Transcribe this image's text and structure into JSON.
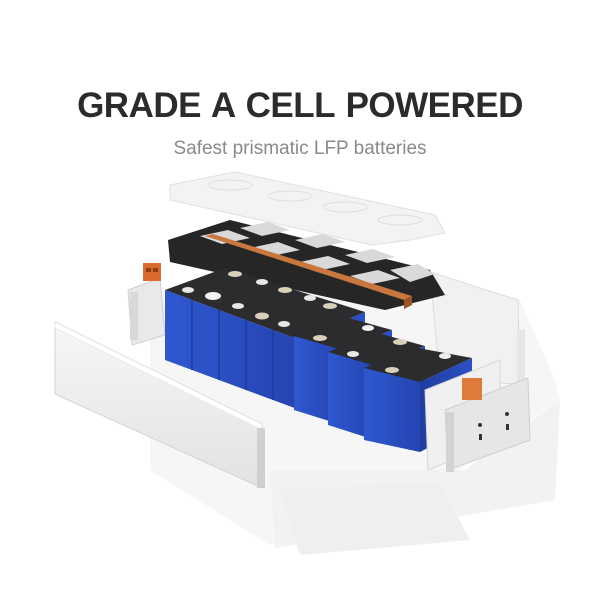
{
  "banner": {
    "title": "GRADE A CELL  POWERED",
    "subtitle": "Safest prismatic LFP batteries"
  },
  "illustration": {
    "subject": "exploded-view-lfp-battery-pack",
    "parts": [
      "top-cover-plate",
      "busbar-tray-with-copper-bar",
      "blue-prismatic-cells",
      "aluminum-side-panels",
      "end-plates-with-orange-terminals",
      "base-tray"
    ],
    "colors": {
      "cell_blue": "#2a4fc4",
      "cell_top": "#2c2c2e",
      "busbar_copper": "#c8773e",
      "terminal_orange": "#e07a3a",
      "panel_silver": "#ececec",
      "title_text": "#2b2b2b",
      "subtitle_text": "#8a8a8a"
    }
  }
}
